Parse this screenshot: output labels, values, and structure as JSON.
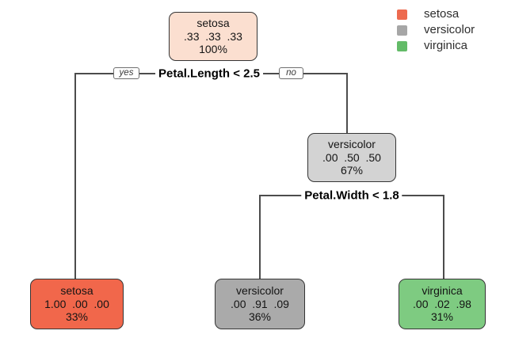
{
  "legend": {
    "items": [
      {
        "label": "setosa",
        "color": "#ed6a4f"
      },
      {
        "label": "versicolor",
        "color": "#a6a6a6"
      },
      {
        "label": "virginica",
        "color": "#63bb68"
      }
    ]
  },
  "splits": [
    {
      "condition": "Petal.Length < 2.5",
      "yes_label": "yes",
      "no_label": "no"
    },
    {
      "condition": "Petal.Width < 1.8"
    }
  ],
  "nodes": {
    "root": {
      "class_name": "setosa",
      "probs": ".33  .33  .33",
      "coverage": "100%",
      "fill": "#fbdfd0"
    },
    "internal_versicolor": {
      "class_name": "versicolor",
      "probs": ".00  .50  .50",
      "coverage": "67%",
      "fill": "#d3d3d3"
    },
    "leaf_setosa": {
      "class_name": "setosa",
      "probs": "1.00  .00  .00",
      "coverage": "33%",
      "fill": "#f1674b"
    },
    "leaf_versicolor": {
      "class_name": "versicolor",
      "probs": ".00  .91  .09",
      "coverage": "36%",
      "fill": "#aaaaaa"
    },
    "leaf_virginica": {
      "class_name": "virginica",
      "probs": ".00  .02  .98",
      "coverage": "31%",
      "fill": "#7ecb81"
    }
  }
}
